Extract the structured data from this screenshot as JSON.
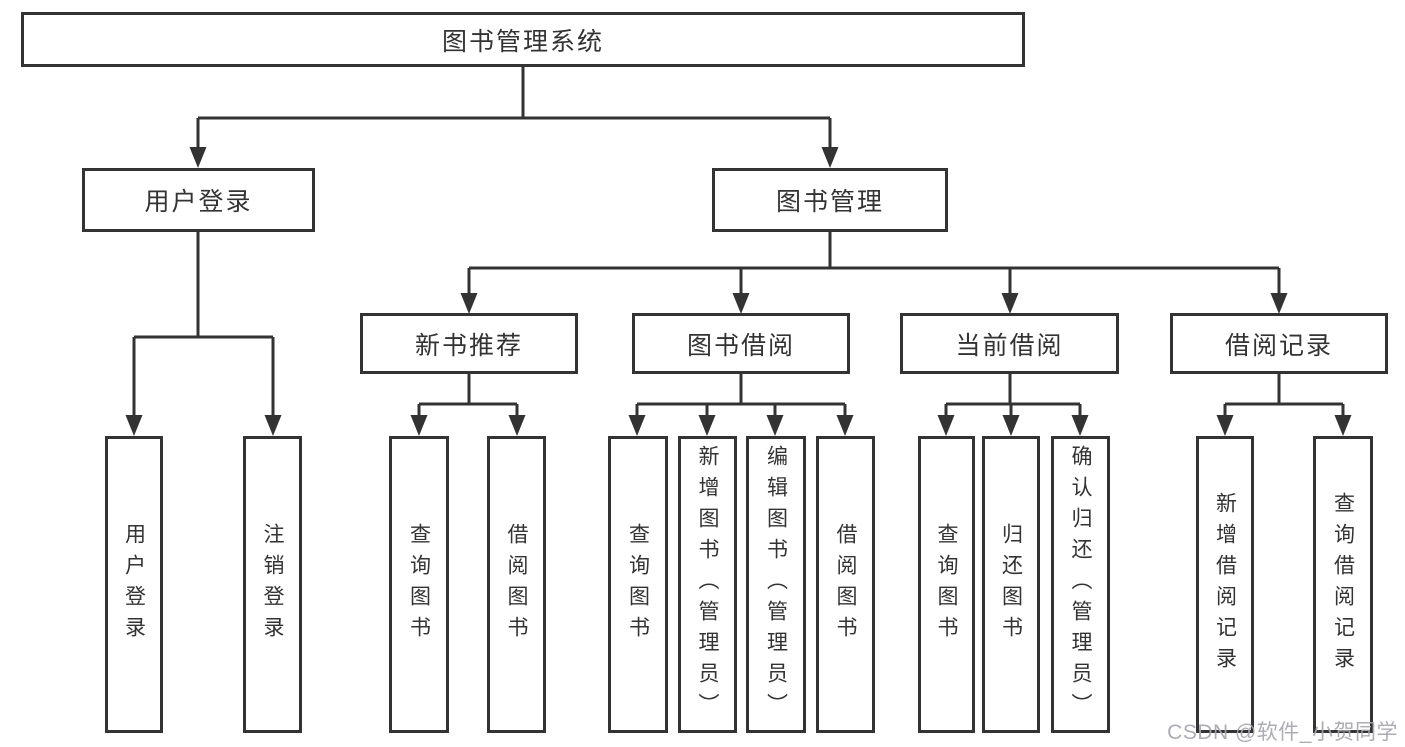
{
  "diagram": {
    "root": "图书管理系统",
    "branches": [
      {
        "label": "用户登录",
        "leaves": [
          "用户登录",
          "注销登录"
        ]
      },
      {
        "label": "图书管理",
        "sections": [
          {
            "label": "新书推荐",
            "leaves": [
              "查询图书",
              "借阅图书"
            ]
          },
          {
            "label": "图书借阅",
            "leaves": [
              "查询图书",
              "新增图书（管理员）",
              "编辑图书（管理员）",
              "借阅图书"
            ]
          },
          {
            "label": "当前借阅",
            "leaves": [
              "查询图书",
              "归还图书",
              "确认归还（管理员）"
            ]
          },
          {
            "label": "借阅记录",
            "leaves": [
              "新增借阅记录",
              "查询借阅记录"
            ]
          }
        ]
      }
    ]
  },
  "watermark": {
    "text": "CSDN @软件_小贺同学"
  },
  "colors": {
    "line": "#333333",
    "text": "#333333",
    "background": "#ffffff",
    "watermark": "#a6a6ae"
  }
}
